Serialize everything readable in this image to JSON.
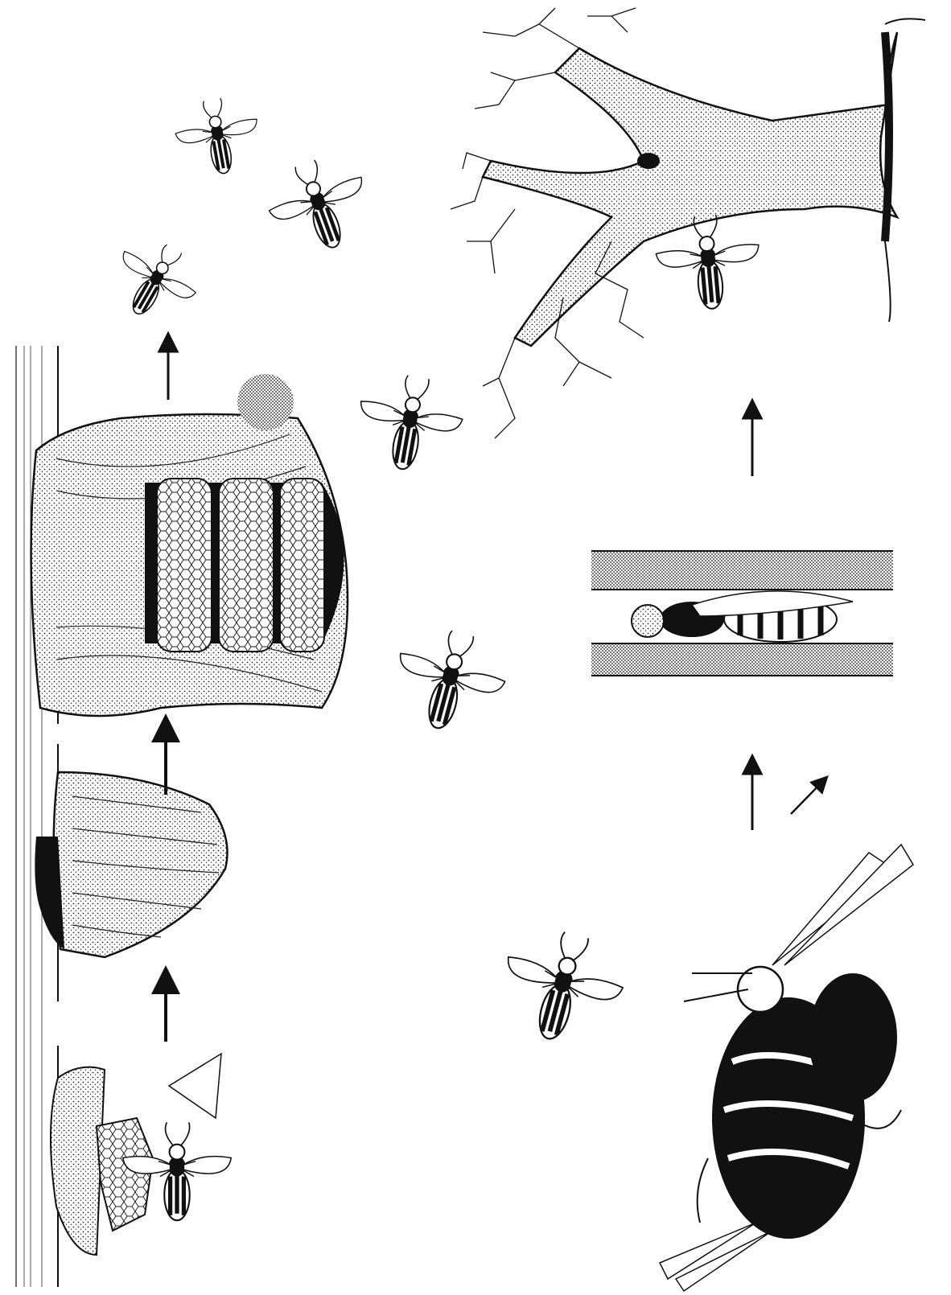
{
  "palette": {
    "ink": "#111111",
    "paper": "#ffffff",
    "stipple": "#333333"
  },
  "illustration": {
    "rotated": true,
    "panels": [
      {
        "name": "founding-queen-small-nest",
        "icon": "wasp-queen-on-nest-icon"
      },
      {
        "name": "early-envelope-nest",
        "icon": "nest-envelope-icon"
      },
      {
        "name": "mature-nest-combs",
        "icon": "mature-nest-icon"
      },
      {
        "name": "workers-and-males",
        "icon": "wasp-group-icon"
      },
      {
        "name": "mating-pair",
        "icon": "mating-wasps-icon"
      },
      {
        "name": "hibernating-queen-in-crevice",
        "icon": "hibernating-queen-icon"
      },
      {
        "name": "tree-with-queen",
        "icon": "tree-icon"
      }
    ]
  }
}
